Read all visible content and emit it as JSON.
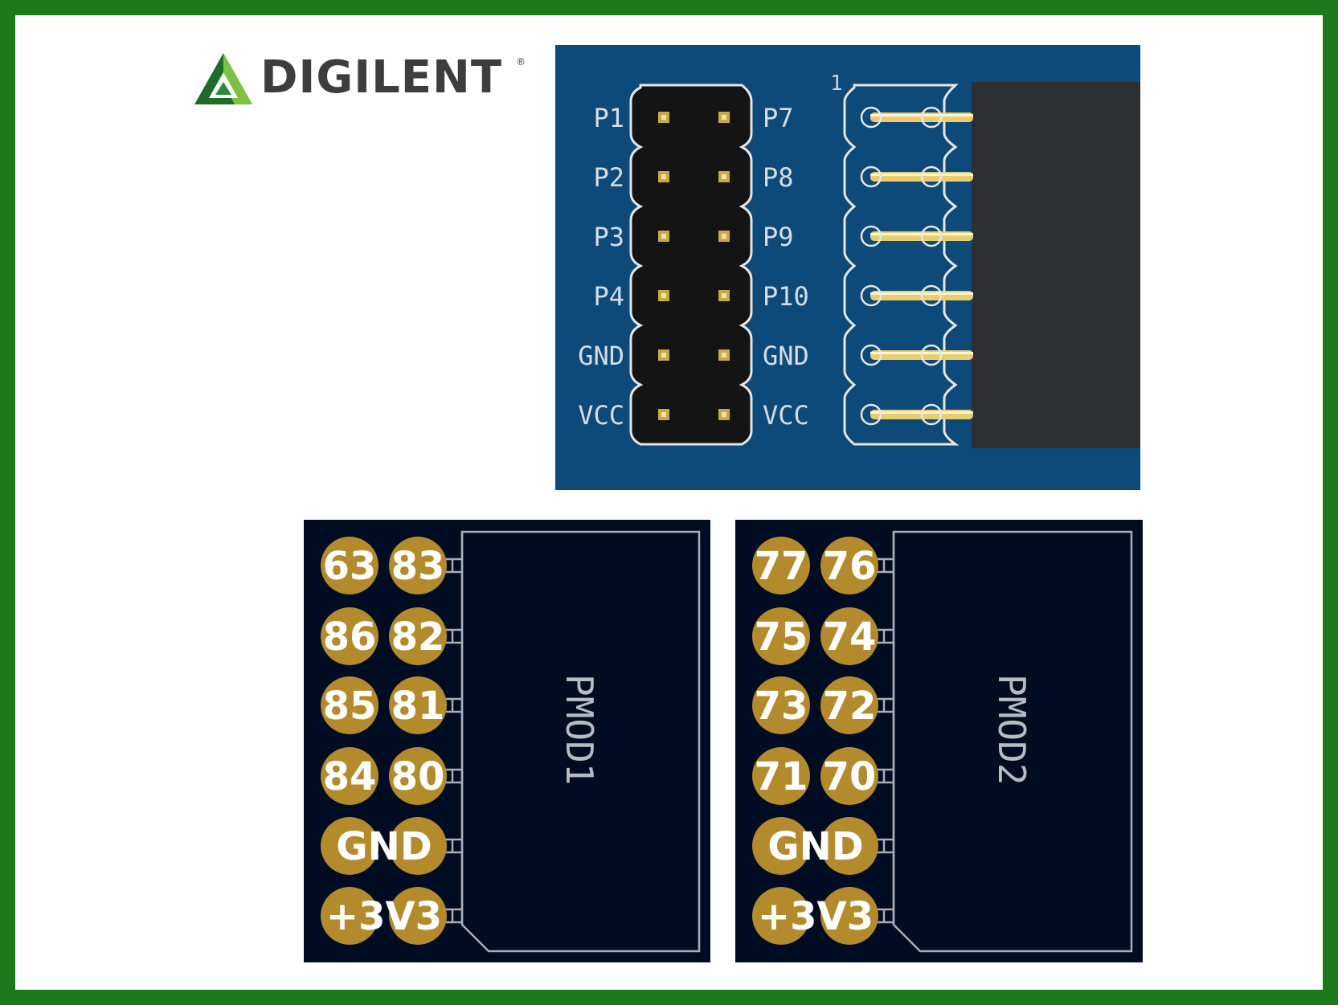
{
  "brand": {
    "name": "DIGILENT",
    "registered": "®"
  },
  "board_photo": {
    "pin_number_marker": "1",
    "left_labels": [
      "P1",
      "P2",
      "P3",
      "P4",
      "GND",
      "VCC"
    ],
    "right_labels": [
      "P7",
      "P8",
      "P9",
      "P10",
      "GND",
      "VCC"
    ]
  },
  "pmod1": {
    "name": "PMOD1",
    "rows": [
      [
        "63",
        "83"
      ],
      [
        "86",
        "82"
      ],
      [
        "85",
        "81"
      ],
      [
        "84",
        "80"
      ]
    ],
    "gnd": "GND",
    "vcc": "+3V3"
  },
  "pmod2": {
    "name": "PMOD2",
    "rows": [
      [
        "77",
        "76"
      ],
      [
        "75",
        "74"
      ],
      [
        "73",
        "72"
      ],
      [
        "71",
        "70"
      ]
    ],
    "gnd": "GND",
    "vcc": "+3V3"
  },
  "colors": {
    "frame_green": "#1b7a1b",
    "pcb_blue": "#0d4a7a",
    "panel_navy": "#000c22",
    "pad_gold": "#b38b2c",
    "pin_gold": "#e8cd72"
  }
}
